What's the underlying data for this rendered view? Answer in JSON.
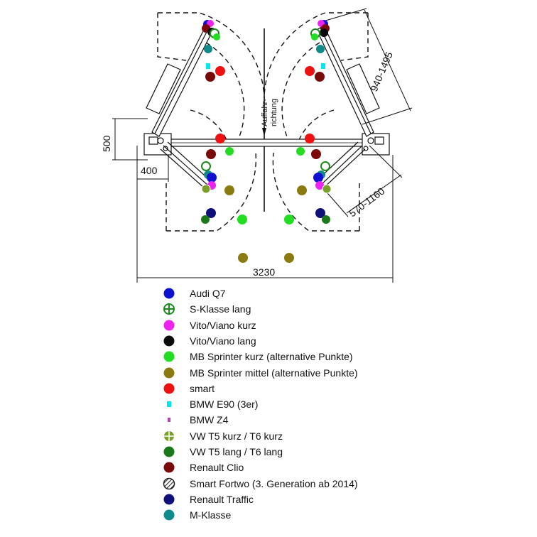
{
  "diagram": {
    "dimensions": {
      "arm_range_rear": "940-1495",
      "arm_range_front": "570-1160",
      "column_height": "500",
      "column_width": "400",
      "overall_width": "3230"
    },
    "direction_label_line1": "Auffahr-",
    "direction_label_line2": "richtung"
  },
  "legend": [
    {
      "label": "Audi Q7",
      "symbol": "dot",
      "color": "#1010d0"
    },
    {
      "label": "S-Klasse lang",
      "symbol": "crosshair",
      "color": "#1a8a1a"
    },
    {
      "label": "Vito/Viano kurz",
      "symbol": "dot",
      "color": "#ee22ee"
    },
    {
      "label": "Vito/Viano lang",
      "symbol": "dot",
      "color": "#0a0a0a"
    },
    {
      "label": "MB Sprinter kurz (alternative Punkte)",
      "symbol": "dot",
      "color": "#22dd22"
    },
    {
      "label": "MB Sprinter mittel (alternative Punkte)",
      "symbol": "dot",
      "color": "#8a7a10"
    },
    {
      "label": "smart",
      "symbol": "dot",
      "color": "#ee1111"
    },
    {
      "label": "BMW E90 (3er)",
      "symbol": "square",
      "color": "#00e5ee"
    },
    {
      "label": "BMW Z4",
      "symbol": "small-square",
      "color": "#b044b0"
    },
    {
      "label": "VW T5 kurz / T6 kurz",
      "symbol": "crosshair-olive",
      "color": "#7aa02a"
    },
    {
      "label": "VW T5 lang / T6 lang",
      "symbol": "dot",
      "color": "#1a7a1a"
    },
    {
      "label": "Renault Clio",
      "symbol": "dot",
      "color": "#7a0a0a"
    },
    {
      "label": "Smart Fortwo (3. Generation ab 2014)",
      "symbol": "hatched",
      "color": "#222222"
    },
    {
      "label": "Renault Traffic",
      "symbol": "dot",
      "color": "#10107a"
    },
    {
      "label": "M-Klasse",
      "symbol": "dot",
      "color": "#108a8a"
    }
  ]
}
